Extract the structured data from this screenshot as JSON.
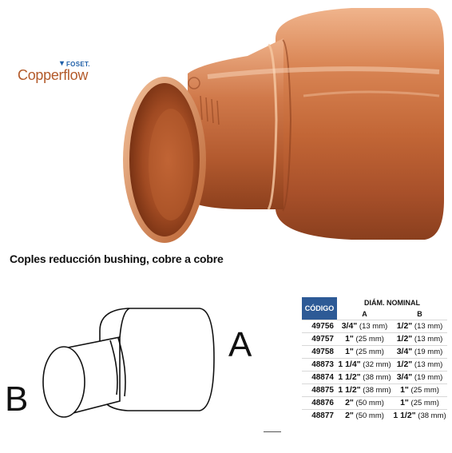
{
  "brand": {
    "parent": "FOSET.",
    "name": "Copperflow"
  },
  "caption": "Coples reducción bushing, cobre a cobre",
  "diagram": {
    "label_b": "B",
    "label_a": "A"
  },
  "table": {
    "code_header": "CÓDIGO",
    "group_header": "DIÁM. NOMINAL",
    "col_a": "A",
    "col_b": "B",
    "rows": [
      {
        "code": "49756",
        "a_in": "3/4\"",
        "a_mm": "(13 mm)",
        "b_in": "1/2\"",
        "b_mm": "(13 mm)"
      },
      {
        "code": "49757",
        "a_in": "1\"",
        "a_mm": "(25 mm)",
        "b_in": "1/2\"",
        "b_mm": "(13 mm)"
      },
      {
        "code": "49758",
        "a_in": "1\"",
        "a_mm": "(25 mm)",
        "b_in": "3/4\"",
        "b_mm": "(19 mm)"
      },
      {
        "code": "48873",
        "a_in": "1 1/4\"",
        "a_mm": "(32 mm)",
        "b_in": "1/2\"",
        "b_mm": "(13 mm)"
      },
      {
        "code": "48874",
        "a_in": "1 1/2\"",
        "a_mm": "(38 mm)",
        "b_in": "3/4\"",
        "b_mm": "(19 mm)"
      },
      {
        "code": "48875",
        "a_in": "1 1/2\"",
        "a_mm": "(38 mm)",
        "b_in": "1\"",
        "b_mm": "(25 mm)"
      },
      {
        "code": "48876",
        "a_in": "2\"",
        "a_mm": "(50 mm)",
        "b_in": "1\"",
        "b_mm": "(25 mm)"
      },
      {
        "code": "48877",
        "a_in": "2\"",
        "a_mm": "(50 mm)",
        "b_in": "1 1/2\"",
        "b_mm": "(38 mm)"
      }
    ]
  },
  "colors": {
    "copper_light": "#e79a6d",
    "copper_mid": "#c8703f",
    "copper_dark": "#7a3514",
    "brand_blue": "#2d5a96",
    "brand_copper": "#b35a2a"
  }
}
